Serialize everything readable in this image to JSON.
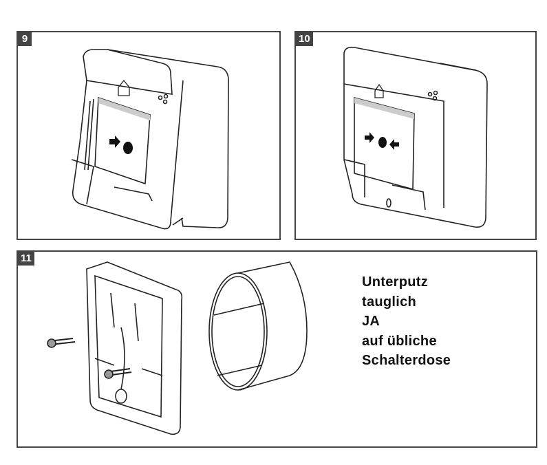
{
  "figures": [
    {
      "number": "9"
    },
    {
      "number": "10"
    },
    {
      "number": "11"
    }
  ],
  "note_lines": [
    "Unterputz",
    "tauglich",
    "JA",
    "auf übliche",
    "Schalterdose"
  ]
}
